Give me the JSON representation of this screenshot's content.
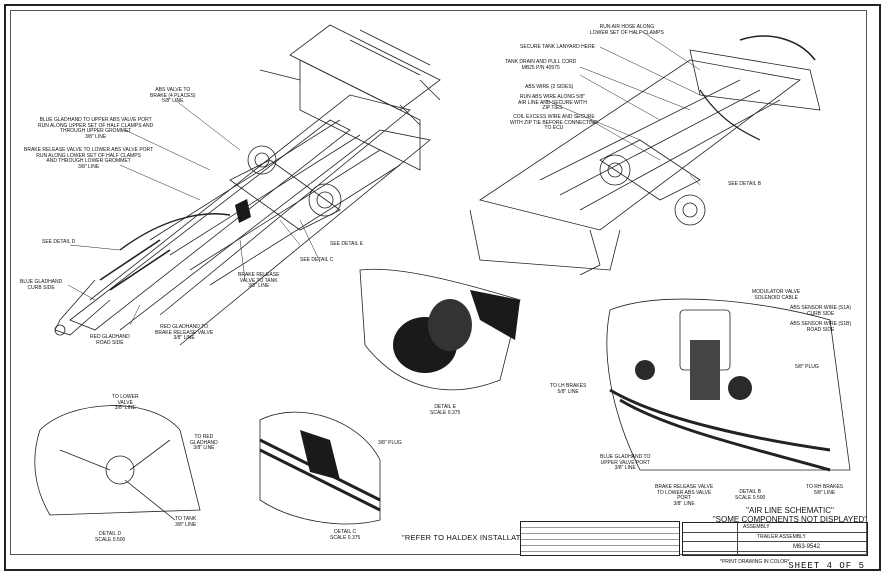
{
  "labels": {
    "abs_valve_to_brake": "ABS VALVE TO\nBRAKE (4 PLACES)\n5/8\" LINE",
    "blue_gladhand_upper": "BLUE GLADHAND TO UPPER ABS VALVE PORT\nRUN ALONG UPPER SET OF HALF CLAMPS AND\nTHROUGH UPPER GROMMET\n3/8\" LINE",
    "brake_release_lower": "BRAKE RELEASE VALVE TO LOWER ABS VALVE PORT\nRUN ALONG LOWER SET OF HALF CLAMPS\nAND THROUGH LOWER GROMMET\n3/8\" LINE",
    "see_detail_d": "SEE DETAIL D",
    "blue_gladhand_curb": "BLUE GLADHAND\nCURB SIDE",
    "red_gladhand_road": "RED GLADHAND\nROAD SIDE",
    "red_gladhand_to_brake": "RED GLADHAND TO\nBRAKE RELEASE VALVE\n3/8\" LINE",
    "brake_release_tank": "BRAKE RELEASE\nVALVE TO TANK\n3/8\" LINE",
    "see_detail_c": "SEE DETAIL C",
    "see_detail_e": "SEE DETAIL E",
    "run_air_hose": "RUN AIR HOSE ALONG\nLOWER SET OF HALF CLAMPS",
    "secure_tank_lanyard": "SECURE TANK LANYARD HERE",
    "tank_drain": "TANK DRAIN AND PULL CORD\nMB25 P/N 40975",
    "abs_wire_sides": "ABS WIRE (2 SIDES)",
    "run_abs_wire": "RUN ABS WIRE ALONG 5/8\"\nAIR LINE AND SECURE WITH\nZIP TIES",
    "coil_excess": "COIL EXCESS WIRE AND SECURE\nWITH ZIP TIE BEFORE CONNECTING\nTO ECU",
    "see_detail_b": "SEE DETAIL B",
    "modulator_valve": "MODULATOR VALVE\nSOLENOID CABLE",
    "abs_sensor_s1a": "ABS SENSOR WIRE (S1A)\nCURB SIDE",
    "abs_sensor_s1b": "ABS SENSOR WIRE (S1B)\nROAD SIDE",
    "plug_5_8": "5/8\" PLUG",
    "to_lh_brakes": "TO LH BRAKES\n5/8\" LINE",
    "blue_gladhand_upper_valve": "BLUE GLADHAND TO\nUPPER VALVE PORT\n3/8\" LINE",
    "brake_release_lower_abs": "BRAKE RELEASE VALVE\nTO LOWER ABS VALVE\nPORT\n3/8\" LINE",
    "detail_b": "DETAIL B\nSCALE 0.500",
    "to_rh_brakes": "TO RH BRAKES\n5/8\" LINE",
    "to_lower_valve": "TO LOWER\nVALVE\n3/8\" LINE",
    "to_red_gladhand": "TO RED\nGLADHAND\n3/8\" LINE",
    "to_tank": "TO TANK\n3/8\" LINE",
    "detail_d": "DETAIL D\nSCALE 0.500",
    "plug_3_8": "3/8\" PLUG",
    "detail_c": "DETAIL C\nSCALE 0.375",
    "detail_e": "DETAIL E\nSCALE 0.375"
  },
  "notes": {
    "haldex": "\"REFER TO HALDEX INSTALLATION GUIDE\"",
    "schematic": "\"AIR LINE SCHEMATIC\"\n\"SOME COMPONENTS NOT DISPLAYED\""
  },
  "title_block": {
    "assembly": "ASSEMBLY",
    "trailer_assembly": "TRAILER ASSEMBLY",
    "part_no": "M63-9542",
    "print_note": "*PRINT DRAWING IN COLOR*"
  },
  "sheet": "SHEET 4 OF 5",
  "colors": {
    "line": "#222222",
    "part": "#1a1a1a",
    "frame": "#ffffff"
  }
}
